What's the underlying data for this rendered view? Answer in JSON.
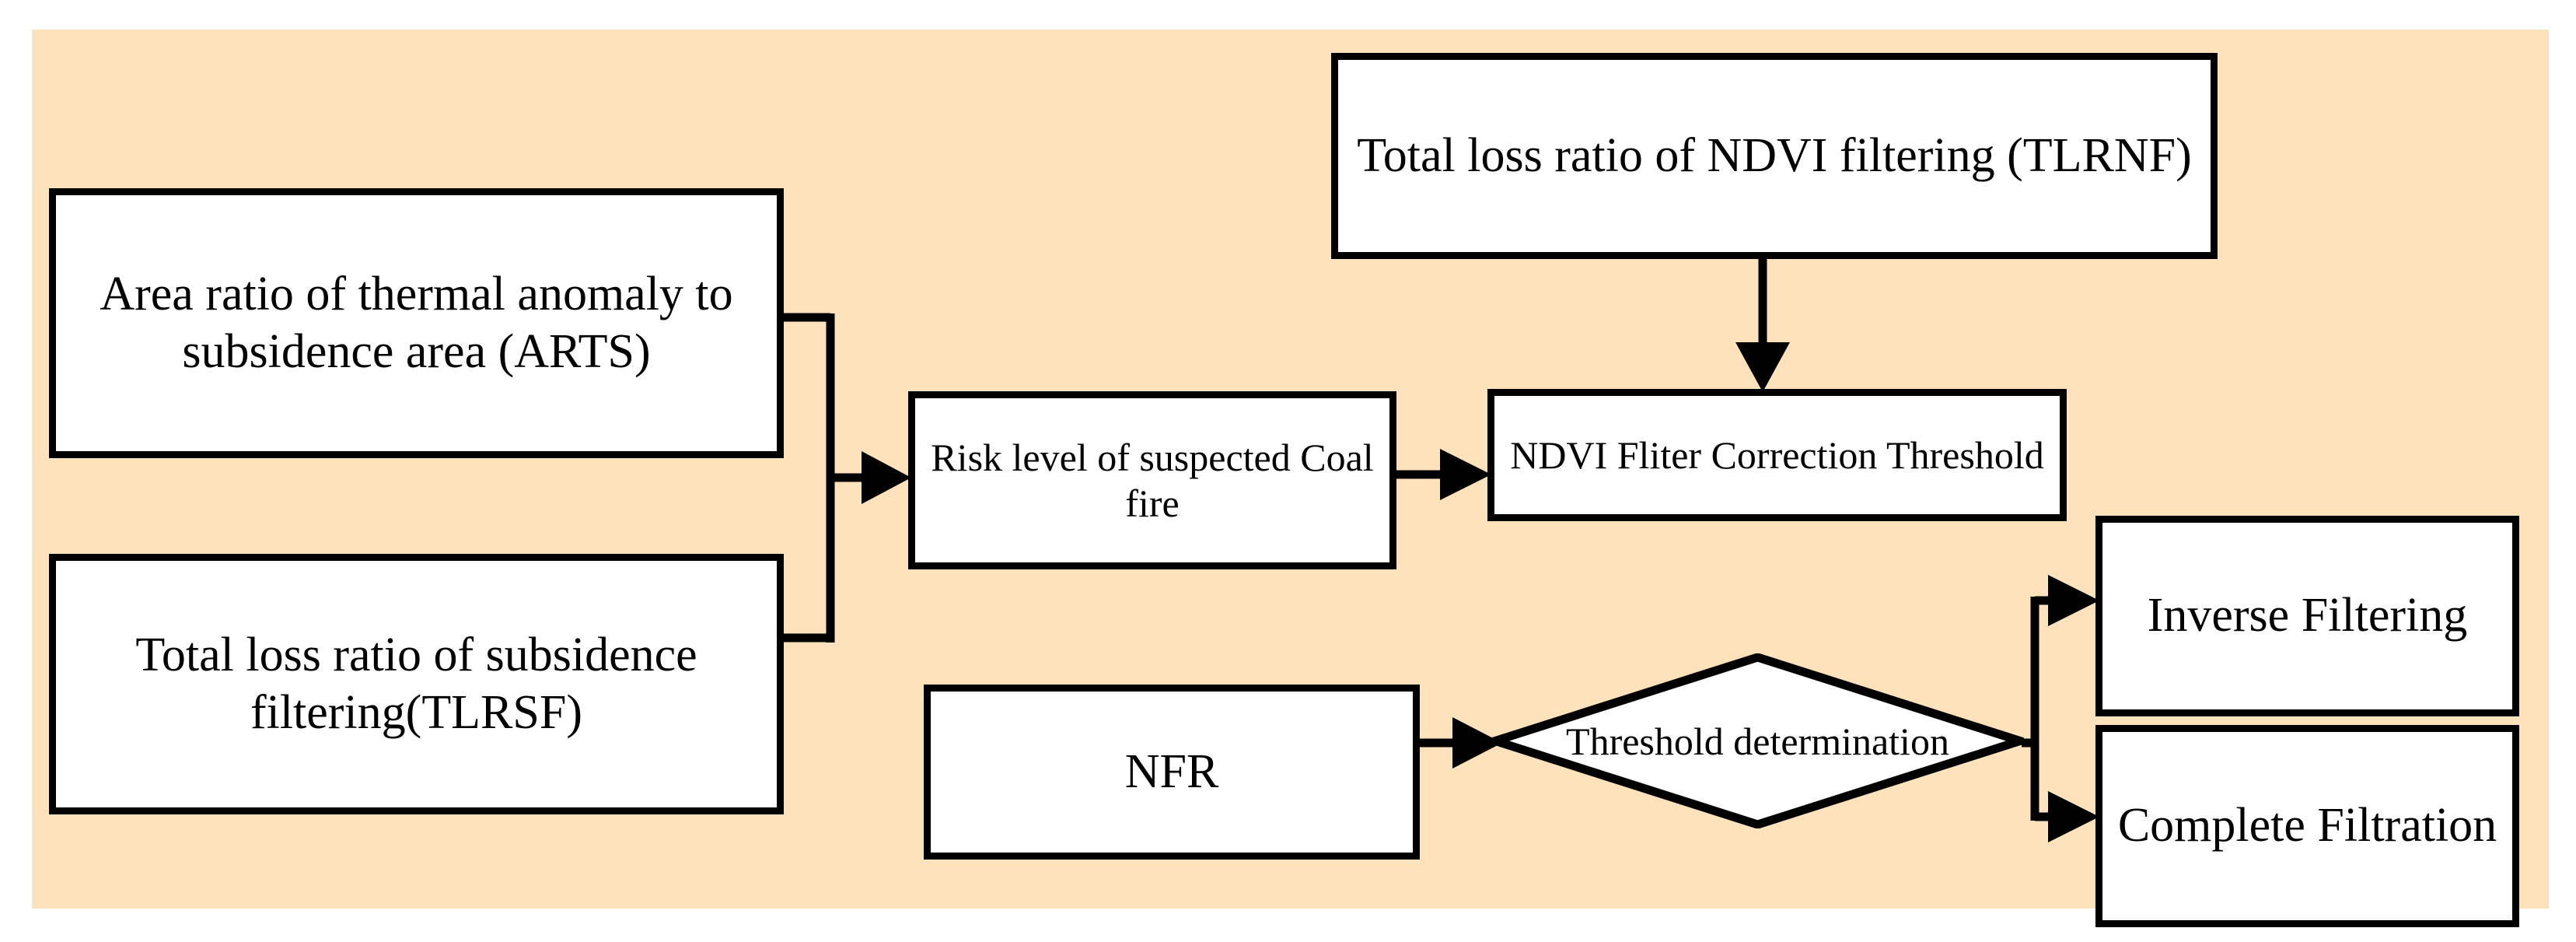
{
  "diagram": {
    "type": "flowchart",
    "background_color": "#fee2bc",
    "node_fill": "#ffffff",
    "stroke_color": "#000000",
    "nodes": [
      {
        "id": "arts",
        "shape": "rectangle",
        "text": "Area ratio of thermal anomaly  to subsidence area (ARTS)"
      },
      {
        "id": "tlrsf",
        "shape": "rectangle",
        "text": "Total loss ratio of subsidence filtering(TLRSF)"
      },
      {
        "id": "tlrnf",
        "shape": "rectangle",
        "text": "Total loss ratio of NDVI filtering (TLRNF)"
      },
      {
        "id": "risk",
        "shape": "rectangle",
        "text": "Risk level of suspected Coal fire"
      },
      {
        "id": "ndvi",
        "shape": "rectangle",
        "text": "NDVI Fliter Correction Threshold"
      },
      {
        "id": "nfr",
        "shape": "rectangle",
        "text": "NFR"
      },
      {
        "id": "decision",
        "shape": "diamond",
        "text": "Threshold determination"
      },
      {
        "id": "inverse",
        "shape": "rectangle",
        "text": "Inverse Filtering"
      },
      {
        "id": "complete",
        "shape": "rectangle",
        "text": "Complete Filtration"
      }
    ],
    "edges": [
      {
        "from": "arts",
        "to": "risk",
        "style": "elbow-merge"
      },
      {
        "from": "tlrsf",
        "to": "risk",
        "style": "elbow-merge"
      },
      {
        "from": "risk",
        "to": "ndvi",
        "style": "straight"
      },
      {
        "from": "tlrnf",
        "to": "ndvi",
        "style": "straight-down"
      },
      {
        "from": "nfr",
        "to": "decision",
        "style": "straight"
      },
      {
        "from": "decision",
        "to": "inverse",
        "style": "elbow-split-up"
      },
      {
        "from": "decision",
        "to": "complete",
        "style": "elbow-split-down"
      }
    ]
  }
}
